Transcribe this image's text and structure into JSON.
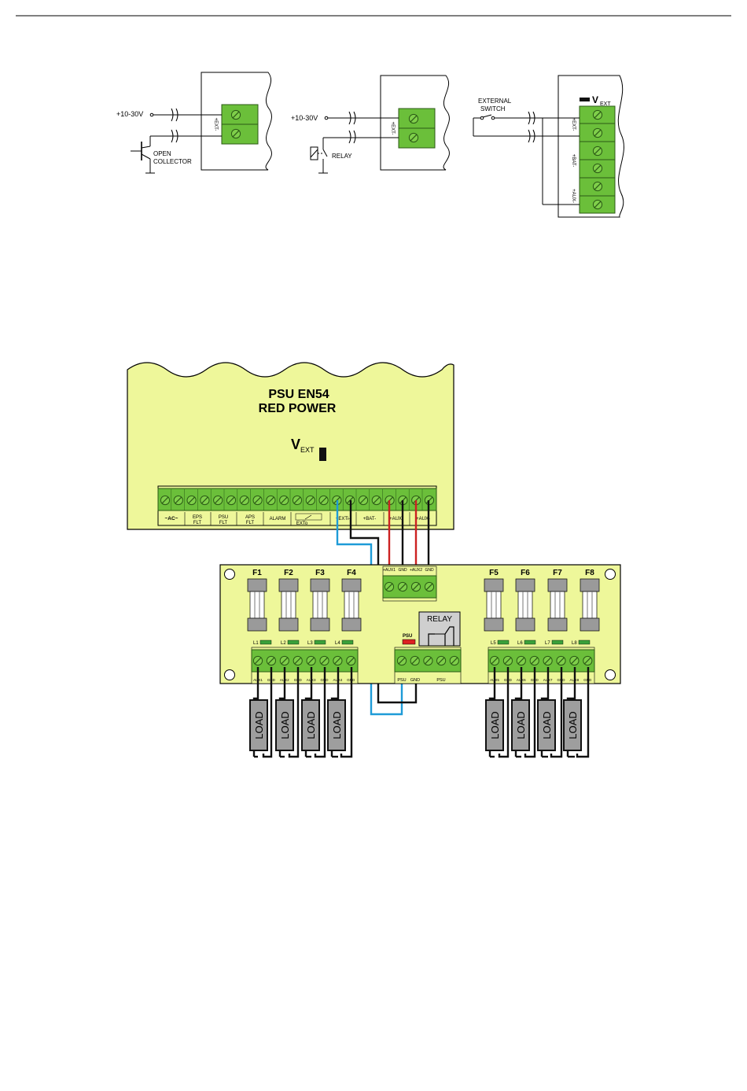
{
  "colors": {
    "terminal_green": "#6bbf3a",
    "board_fill": "#eef79a",
    "wire_red": "#cc2222",
    "wire_blue": "#1e9bd7",
    "wire_black": "#111111",
    "led_green": "#3aa13a",
    "led_red": "#dd2222",
    "fuse_grey": "#9a9a9a",
    "load_grey": "#9e9e9e"
  },
  "top_diagrams": {
    "d1": {
      "voltage": "+10-30V",
      "term": "+EXT-",
      "note1": "OPEN",
      "note2": "COLLECTOR"
    },
    "d2": {
      "voltage": "+10-30V",
      "term": "+EXT-",
      "note": "RELAY"
    },
    "d3": {
      "switch1": "EXTERNAL",
      "switch2": "SWITCH",
      "v": "V",
      "v_sub": "EXT",
      "terms": [
        "+EXT-",
        "+BAT-",
        "+AUX-"
      ]
    }
  },
  "psu": {
    "title1": "PSU EN54",
    "title2": "RED POWER",
    "v": "V",
    "v_sub": "EXT",
    "labels": [
      "~AC~",
      "EPS",
      "FLT",
      "PSU",
      "FLT",
      "APS",
      "FLT",
      "ALARM",
      "EXTo",
      "+EXTi-",
      "+BAT-",
      "+AUX-",
      "+AUX-"
    ]
  },
  "module": {
    "fuses_left": [
      "F1",
      "F2",
      "F3",
      "F4"
    ],
    "fuses_right": [
      "F5",
      "F6",
      "F7",
      "F8"
    ],
    "leds_left": [
      "L1",
      "L2",
      "L3",
      "L4"
    ],
    "leds_right": [
      "L5",
      "L6",
      "L7",
      "L8"
    ],
    "input_labels": [
      "+AUX1",
      "GND",
      "+AUX2",
      "GND"
    ],
    "relay": "RELAY",
    "psu_led": "PSU",
    "psu_term": [
      "PSU",
      "GND"
    ],
    "psu_block": "PSU",
    "out_left": [
      "AUX1",
      "GND",
      "AUX2",
      "GND",
      "AUX3",
      "GND",
      "AUX4",
      "GND"
    ],
    "out_right": [
      "AUX5",
      "GND",
      "AUX6",
      "GND",
      "AUX7",
      "GND",
      "AUX8",
      "GND"
    ],
    "load": "LOAD"
  }
}
